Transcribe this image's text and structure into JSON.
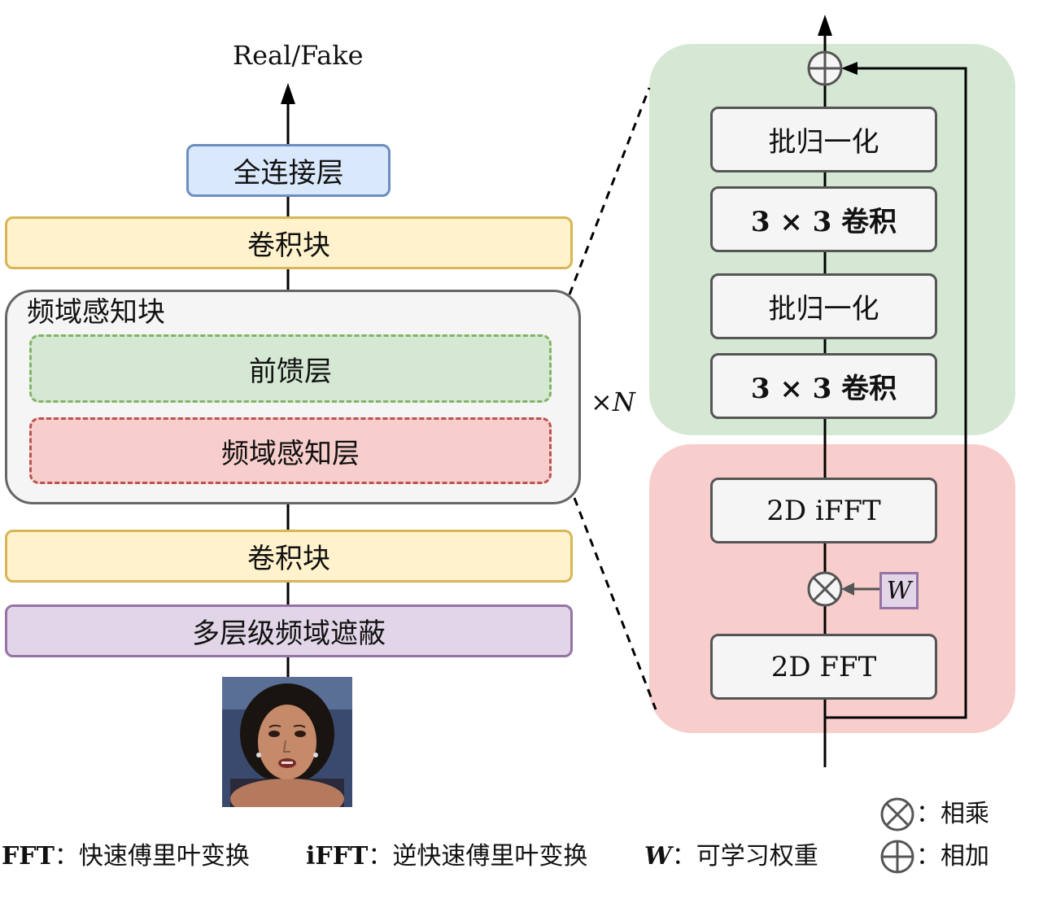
{
  "left": {
    "output_label": "Real/Fake",
    "fc_layer": "全连接层",
    "conv_block_top": "卷积块",
    "fp_block_title": "频域感知块",
    "feedforward_layer": "前馈层",
    "fp_layer": "频域感知层",
    "repeat_label": "×N",
    "conv_block_bottom": "卷积块",
    "masking": "多层级频域遮蔽"
  },
  "right": {
    "bn_top": "批归一化",
    "conv_top": "3 × 3 卷积",
    "bn_bottom": "批归一化",
    "conv_bottom": "3 × 3  卷积",
    "ifft": "2D iFFT",
    "weight": "W",
    "fft": "2D FFT"
  },
  "legend": {
    "fft_abbr": "FFT",
    "fft_desc": "：快速傅里叶变换",
    "ifft_abbr": "iFFT",
    "ifft_desc": "：逆快速傅里叶变换",
    "w_abbr": "W",
    "w_desc": "：可学习权重",
    "multiply": "：相乘",
    "add": "：相加"
  },
  "colors": {
    "green_region": "#d5e8d4",
    "red_region": "#f8cecc",
    "yellow": "#fff2cc",
    "blue": "#dae8fc",
    "purple": "#e1d5e7"
  }
}
